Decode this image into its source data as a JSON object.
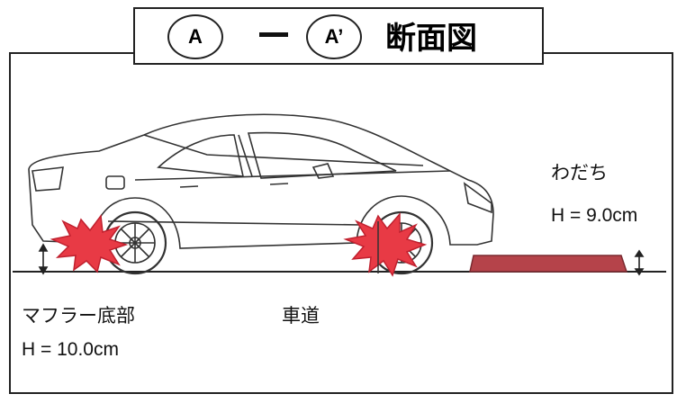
{
  "title": {
    "point_a": "A",
    "dash": "ー",
    "point_a_prime": "A’",
    "section_label": "断面図"
  },
  "rut": {
    "label": "わだち",
    "height": "H = 9.0cm"
  },
  "muffler": {
    "label": "マフラー底部",
    "height": "H  = 10.0cm"
  },
  "road": {
    "label": "車道"
  },
  "colors": {
    "rut_fill": "#b5434a",
    "impact_fill": "#e83a45",
    "line": "#222222"
  }
}
